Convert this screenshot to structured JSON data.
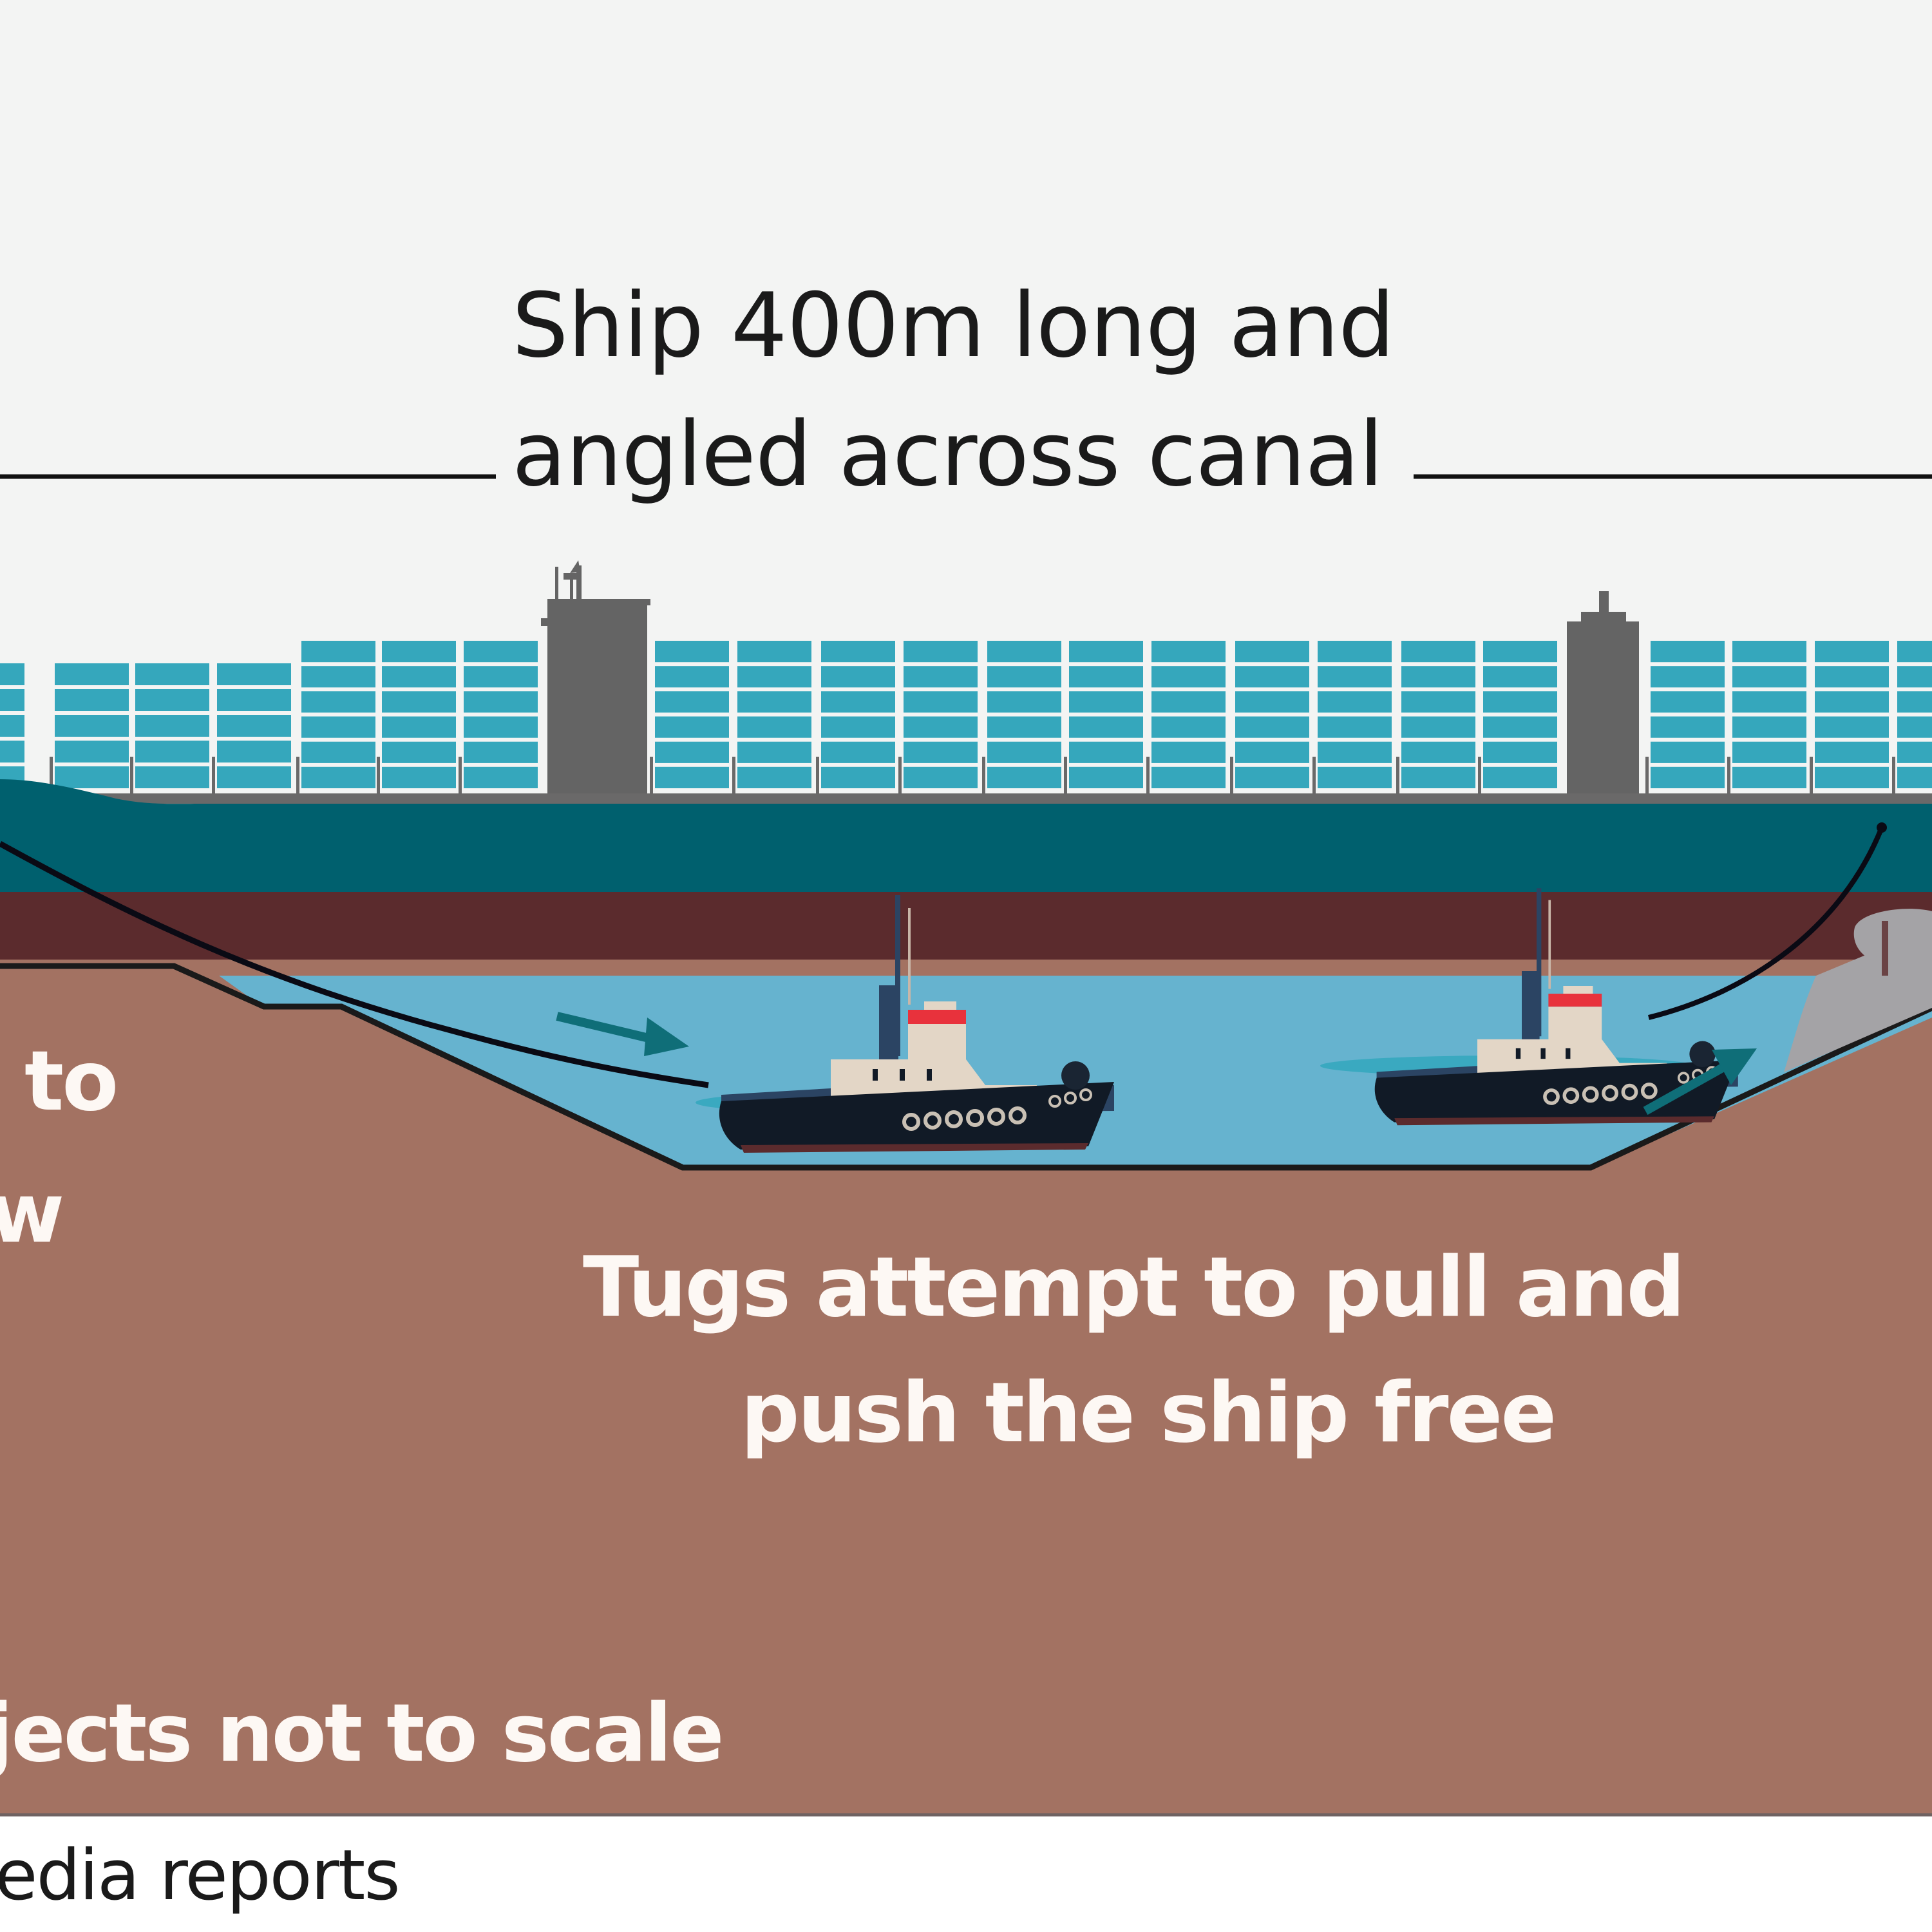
{
  "title": {
    "line1": "Ship 400m long and",
    "line2": "angled across canal"
  },
  "labels": {
    "left_partial_line1": "to",
    "left_partial_line2": "w",
    "tugs_line1": "Tugs attempt to pull and",
    "tugs_line2": "push the ship free",
    "scale_note": "jects not to scale"
  },
  "footer": {
    "source_partial": "edia reports"
  },
  "colors": {
    "sky": "#f3f4f3",
    "container": "#35a7bc",
    "container_gap": "#e6f7fa",
    "superstructure": "#646464",
    "hull_upper": "#00606e",
    "hull_lower": "#5b2b2d",
    "water": "#66b3cf",
    "water_shadow": "#3aa9c0",
    "seabed": "#a37262",
    "sand_bank": "#a4a3a6",
    "arrow": "#0f6e78",
    "tug_hull": "#111a26",
    "tug_deck": "#2b4463",
    "tug_cabin": "#e3d6c6",
    "tug_roof": "#e8323c",
    "footer_bg": "#ffffff"
  },
  "icons": {
    "arrow_push_left": "arrow-right-icon",
    "arrow_push_right": "arrow-up-right-icon"
  }
}
